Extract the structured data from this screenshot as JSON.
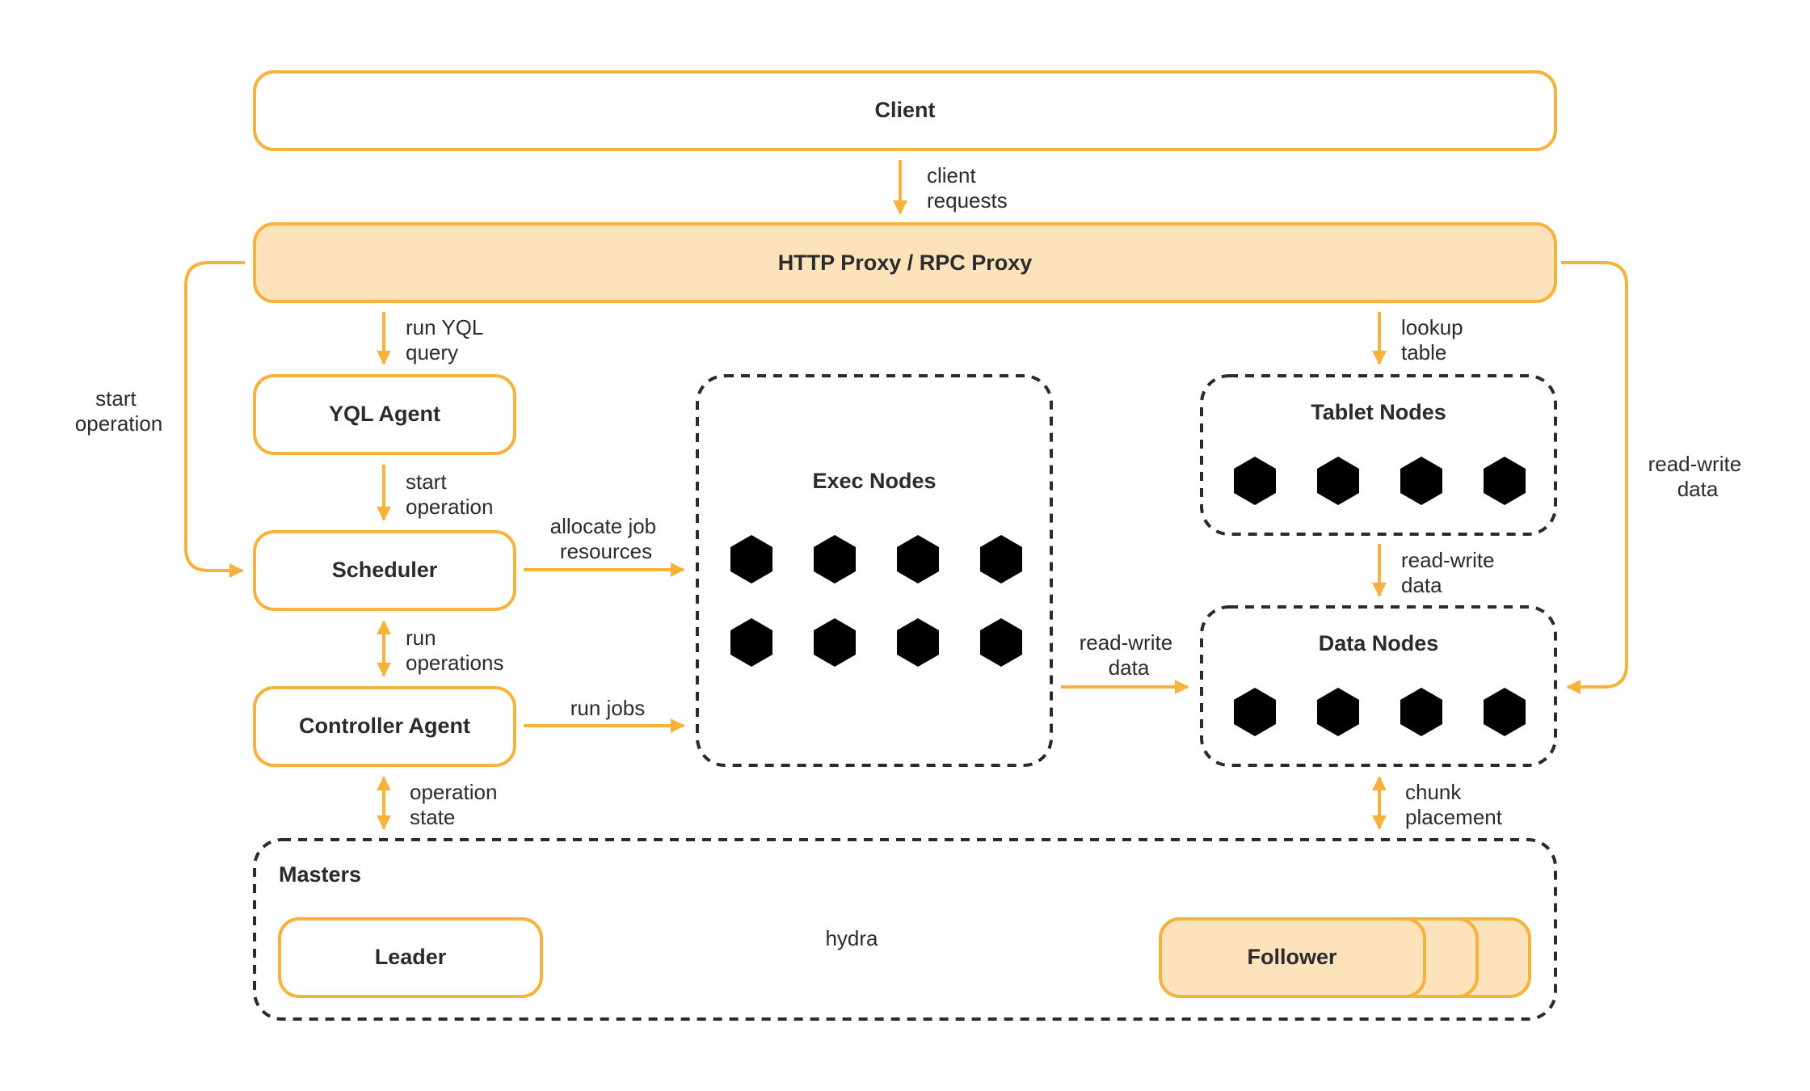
{
  "colors": {
    "accent": "#f7b23b",
    "accent_fill": "#fde3bb",
    "dashed_border": "#2b2b2b",
    "text": "#2b2b2b"
  },
  "nodes": {
    "client": "Client",
    "proxy": "HTTP Proxy / RPC Proxy",
    "yql_agent": "YQL Agent",
    "scheduler": "Scheduler",
    "controller_agent": "Controller Agent",
    "exec_nodes": "Exec Nodes",
    "tablet_nodes": "Tablet Nodes",
    "data_nodes": "Data Nodes",
    "masters": "Masters",
    "leader": "Leader",
    "follower": "Follower"
  },
  "edges": {
    "client_requests": [
      "client",
      "requests"
    ],
    "run_yql_query": [
      "run YQL",
      "query"
    ],
    "start_operation_yql": [
      "start",
      "operation"
    ],
    "start_operation_proxy": [
      "start",
      "operation"
    ],
    "run_operations": [
      "run",
      "operations"
    ],
    "operation_state": [
      "operation",
      "state"
    ],
    "allocate_job_resources": [
      "allocate job",
      "resources"
    ],
    "run_jobs": [
      "run jobs"
    ],
    "read_write_exec": [
      "read-write",
      "data"
    ],
    "lookup_table": [
      "lookup",
      "table"
    ],
    "read_write_tablet": [
      "read-write",
      "data"
    ],
    "read_write_proxy": [
      "read-write",
      "data"
    ],
    "chunk_placement": [
      "chunk",
      "placement"
    ],
    "hydra": [
      "hydra"
    ]
  },
  "icons": {
    "node_icon": "cube-icon",
    "exec_nodes_count": 8,
    "tablet_nodes_count": 4,
    "data_nodes_count": 4
  }
}
